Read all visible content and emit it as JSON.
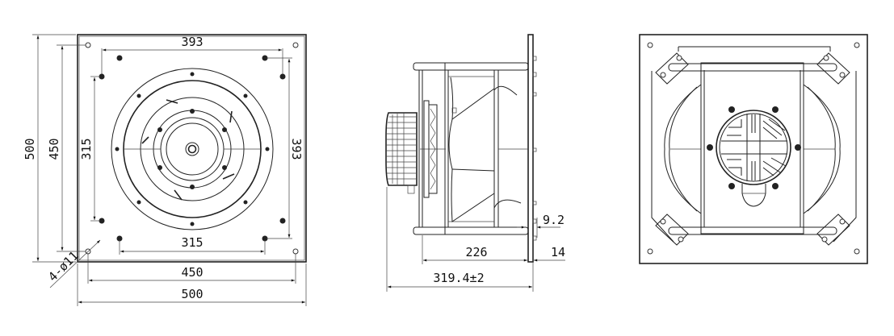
{
  "drawing": {
    "subject": "Centrifugal fan assembly",
    "views": [
      {
        "name": "front-view",
        "dimensions": {
          "top_bolt_spacing": "393",
          "right_bolt_spacing": "393",
          "overall_height": "500",
          "plate_hole_height": "450",
          "inner_bolt_height": "315",
          "inner_bolt_width": "315",
          "plate_hole_width": "450",
          "overall_width": "500",
          "corner_holes": "4-ø11"
        }
      },
      {
        "name": "side-view",
        "dimensions": {
          "flange_offset": "9.2",
          "housing_depth": "226",
          "plate_thickness": "14",
          "overall_depth": "319.4±2"
        }
      },
      {
        "name": "rear-view",
        "dimensions": {}
      }
    ],
    "colors": {
      "line": "#222222",
      "background": "#ffffff"
    }
  }
}
